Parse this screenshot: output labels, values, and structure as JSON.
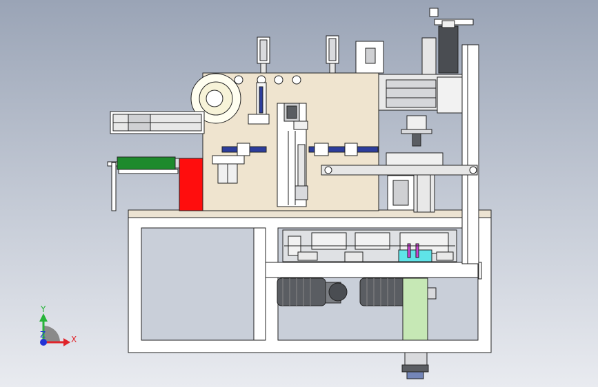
{
  "triad": {
    "x_label": "X",
    "y_label": "Y",
    "z_label": "Z",
    "x_color": "#e0242a",
    "y_color": "#27b43a",
    "z_color": "#2233d6"
  },
  "colors": {
    "panel": "#efe4cf",
    "frame": "#ffffff",
    "tabletop": "#ece3d2",
    "red_guard": "#ff0d0d",
    "green_cylinder": "#1d8a2c",
    "green_box": "#c6e8b5",
    "cyan_block": "#5fe3e8",
    "magenta": "#cc44d4",
    "blue_rail": "#2c3d9c",
    "metal": "#d9dadd",
    "motor": "#5a5d62",
    "stroke": "#222222"
  }
}
